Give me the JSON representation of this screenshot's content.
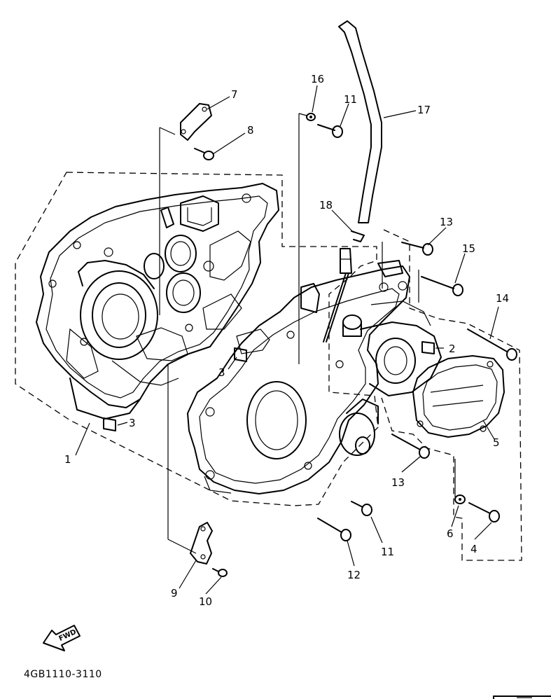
{
  "diagram": {
    "callouts": [
      {
        "id": "c1",
        "text": "1"
      },
      {
        "id": "c2",
        "text": "2"
      },
      {
        "id": "c3a",
        "text": "3"
      },
      {
        "id": "c3b",
        "text": "3"
      },
      {
        "id": "c4",
        "text": "4"
      },
      {
        "id": "c5",
        "text": "5"
      },
      {
        "id": "c6",
        "text": "6"
      },
      {
        "id": "c7",
        "text": "7"
      },
      {
        "id": "c8",
        "text": "8"
      },
      {
        "id": "c9",
        "text": "9"
      },
      {
        "id": "c10",
        "text": "10"
      },
      {
        "id": "c11a",
        "text": "11"
      },
      {
        "id": "c11b",
        "text": "11"
      },
      {
        "id": "c12",
        "text": "12"
      },
      {
        "id": "c13a",
        "text": "13"
      },
      {
        "id": "c13b",
        "text": "13"
      },
      {
        "id": "c14",
        "text": "14"
      },
      {
        "id": "c15",
        "text": "15"
      },
      {
        "id": "c16",
        "text": "16"
      },
      {
        "id": "c17",
        "text": "17"
      },
      {
        "id": "c18",
        "text": "18"
      }
    ],
    "fwd_label": "FWD",
    "drawing_code": "4GB1110-3110"
  }
}
